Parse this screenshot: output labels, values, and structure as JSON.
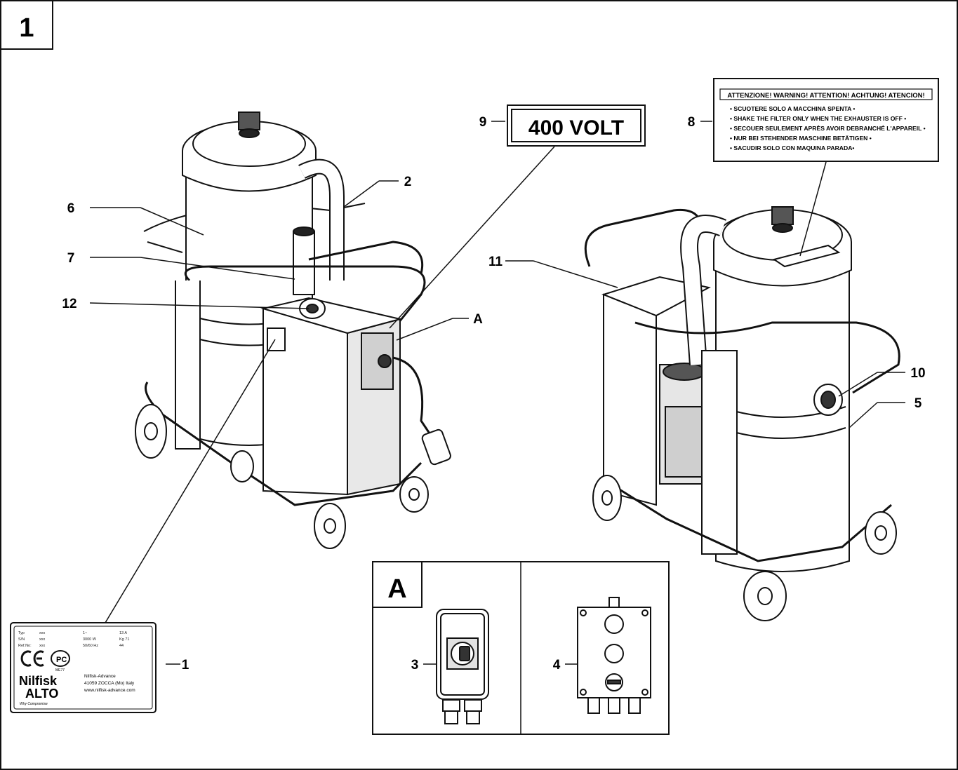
{
  "figure_number": "1",
  "callouts": [
    "1",
    "2",
    "3",
    "4",
    "5",
    "6",
    "7",
    "8",
    "9",
    "10",
    "11",
    "12",
    "A"
  ],
  "voltage_label": "400 VOLT",
  "warning_label": {
    "title": "ATTENZIONE! WARNING! ATTENTION! ACHTUNG! ATENCION!",
    "lines": [
      "• SCUOTERE SOLO A MACCHINA SPENTA •",
      "• SHAKE THE FILTER ONLY WHEN THE EXHAUSTER IS OFF •",
      "• SECOUER SEULEMENT APRÈS AVOIR DEBRANCHÉ L'APPAREIL •",
      "• NUR BEI STEHENDER MASCHINE BETÄTIGEN •",
      "• SACUDIR SOLO CON MAQUINA PARADA•"
    ]
  },
  "rating_plate": {
    "rows": [
      [
        "Typ",
        "xxx",
        "1~",
        "13 A"
      ],
      [
        "S/N",
        "xxx",
        "3000 W",
        "Kg 71"
      ],
      [
        "Ref.No:",
        "xxx",
        "50/60 Hz",
        "44"
      ]
    ],
    "cert_mark": "ME77",
    "brand_line1": "Nilfisk",
    "brand_line2": "ALTO",
    "tagline": "Why Compromise",
    "address": [
      "Nilfisk-Advance",
      "41059 ZOCCA (Mo) Italy",
      "www.nilfisk-advance.com"
    ]
  },
  "inset_label": "A",
  "colors": {
    "line": "#111111",
    "body_fill": "#ffffff",
    "shade": "#d9d9d9",
    "dark": "#333333"
  }
}
